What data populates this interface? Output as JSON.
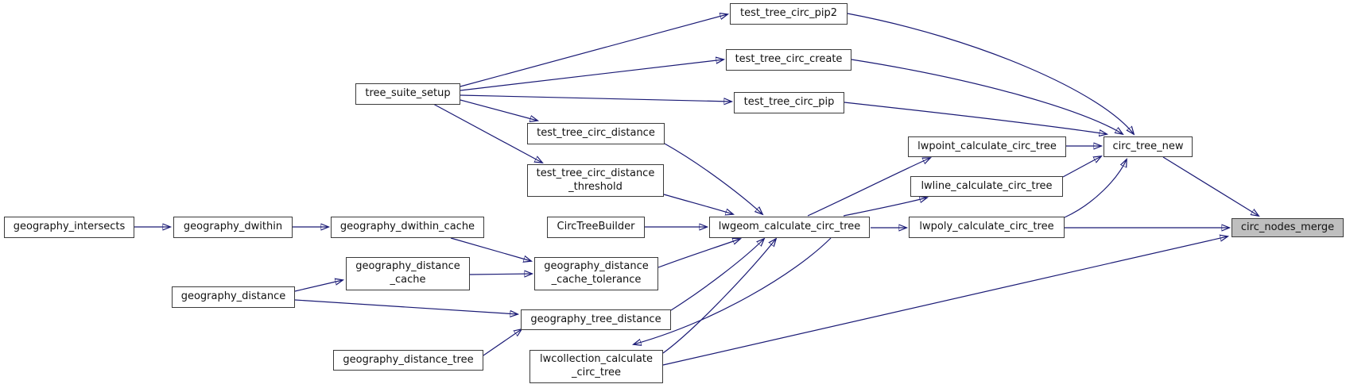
{
  "diagram": {
    "type": "call-graph",
    "description": "Caller graph converging on circ_nodes_merge",
    "colors": {
      "edge": "#1a1a75",
      "node_fill": "#ffffff",
      "node_border": "#3b3b3b",
      "highlight_fill": "#bfbfbf",
      "text": "#111111"
    },
    "highlighted_node": "circ_nodes_merge",
    "nodes": [
      {
        "id": "geography_intersects",
        "label": "geography_intersects"
      },
      {
        "id": "geography_dwithin",
        "label": "geography_dwithin"
      },
      {
        "id": "geography_dwithin_cache",
        "label": "geography_dwithin_cache"
      },
      {
        "id": "geography_distance",
        "label": "geography_distance"
      },
      {
        "id": "geography_distance_cache",
        "label": "geography_distance\n_cache"
      },
      {
        "id": "geography_distance_tree",
        "label": "geography_distance_tree"
      },
      {
        "id": "geography_distance_cache_tolerance",
        "label": "geography_distance\n_cache_tolerance"
      },
      {
        "id": "geography_tree_distance",
        "label": "geography_tree_distance"
      },
      {
        "id": "CircTreeBuilder",
        "label": "CircTreeBuilder"
      },
      {
        "id": "lwcollection_calculate_circ_tree",
        "label": "lwcollection_calculate\n_circ_tree"
      },
      {
        "id": "tree_suite_setup",
        "label": "tree_suite_setup"
      },
      {
        "id": "test_tree_circ_pip2",
        "label": "test_tree_circ_pip2"
      },
      {
        "id": "test_tree_circ_create",
        "label": "test_tree_circ_create"
      },
      {
        "id": "test_tree_circ_pip",
        "label": "test_tree_circ_pip"
      },
      {
        "id": "test_tree_circ_distance",
        "label": "test_tree_circ_distance"
      },
      {
        "id": "test_tree_circ_distance_threshold",
        "label": "test_tree_circ_distance\n_threshold"
      },
      {
        "id": "lwgeom_calculate_circ_tree",
        "label": "lwgeom_calculate_circ_tree"
      },
      {
        "id": "lwpoint_calculate_circ_tree",
        "label": "lwpoint_calculate_circ_tree"
      },
      {
        "id": "lwline_calculate_circ_tree",
        "label": "lwline_calculate_circ_tree"
      },
      {
        "id": "lwpoly_calculate_circ_tree",
        "label": "lwpoly_calculate_circ_tree"
      },
      {
        "id": "circ_tree_new",
        "label": "circ_tree_new"
      },
      {
        "id": "circ_nodes_merge",
        "label": "circ_nodes_merge"
      }
    ],
    "edges": [
      {
        "from": "geography_intersects",
        "to": "geography_dwithin"
      },
      {
        "from": "geography_dwithin",
        "to": "geography_dwithin_cache"
      },
      {
        "from": "geography_dwithin_cache",
        "to": "geography_distance_cache_tolerance"
      },
      {
        "from": "geography_distance",
        "to": "geography_distance_cache"
      },
      {
        "from": "geography_distance_cache",
        "to": "geography_distance_cache_tolerance"
      },
      {
        "from": "geography_distance",
        "to": "geography_tree_distance"
      },
      {
        "from": "geography_distance_tree",
        "to": "geography_tree_distance"
      },
      {
        "from": "geography_distance_cache_tolerance",
        "to": "lwgeom_calculate_circ_tree"
      },
      {
        "from": "geography_tree_distance",
        "to": "lwgeom_calculate_circ_tree"
      },
      {
        "from": "CircTreeBuilder",
        "to": "lwgeom_calculate_circ_tree"
      },
      {
        "from": "lwcollection_calculate_circ_tree",
        "to": "lwgeom_calculate_circ_tree"
      },
      {
        "from": "lwgeom_calculate_circ_tree",
        "to": "lwcollection_calculate_circ_tree"
      },
      {
        "from": "tree_suite_setup",
        "to": "test_tree_circ_pip2"
      },
      {
        "from": "tree_suite_setup",
        "to": "test_tree_circ_create"
      },
      {
        "from": "tree_suite_setup",
        "to": "test_tree_circ_pip"
      },
      {
        "from": "tree_suite_setup",
        "to": "test_tree_circ_distance"
      },
      {
        "from": "tree_suite_setup",
        "to": "test_tree_circ_distance_threshold"
      },
      {
        "from": "test_tree_circ_distance",
        "to": "lwgeom_calculate_circ_tree"
      },
      {
        "from": "test_tree_circ_distance_threshold",
        "to": "lwgeom_calculate_circ_tree"
      },
      {
        "from": "test_tree_circ_pip2",
        "to": "circ_tree_new"
      },
      {
        "from": "test_tree_circ_create",
        "to": "circ_tree_new"
      },
      {
        "from": "test_tree_circ_pip",
        "to": "circ_tree_new"
      },
      {
        "from": "lwgeom_calculate_circ_tree",
        "to": "lwpoint_calculate_circ_tree"
      },
      {
        "from": "lwgeom_calculate_circ_tree",
        "to": "lwline_calculate_circ_tree"
      },
      {
        "from": "lwgeom_calculate_circ_tree",
        "to": "lwpoly_calculate_circ_tree"
      },
      {
        "from": "lwpoint_calculate_circ_tree",
        "to": "circ_tree_new"
      },
      {
        "from": "lwline_calculate_circ_tree",
        "to": "circ_tree_new"
      },
      {
        "from": "lwpoly_calculate_circ_tree",
        "to": "circ_tree_new"
      },
      {
        "from": "lwpoly_calculate_circ_tree",
        "to": "circ_nodes_merge"
      },
      {
        "from": "circ_tree_new",
        "to": "circ_nodes_merge"
      },
      {
        "from": "lwcollection_calculate_circ_tree",
        "to": "circ_nodes_merge"
      }
    ]
  }
}
